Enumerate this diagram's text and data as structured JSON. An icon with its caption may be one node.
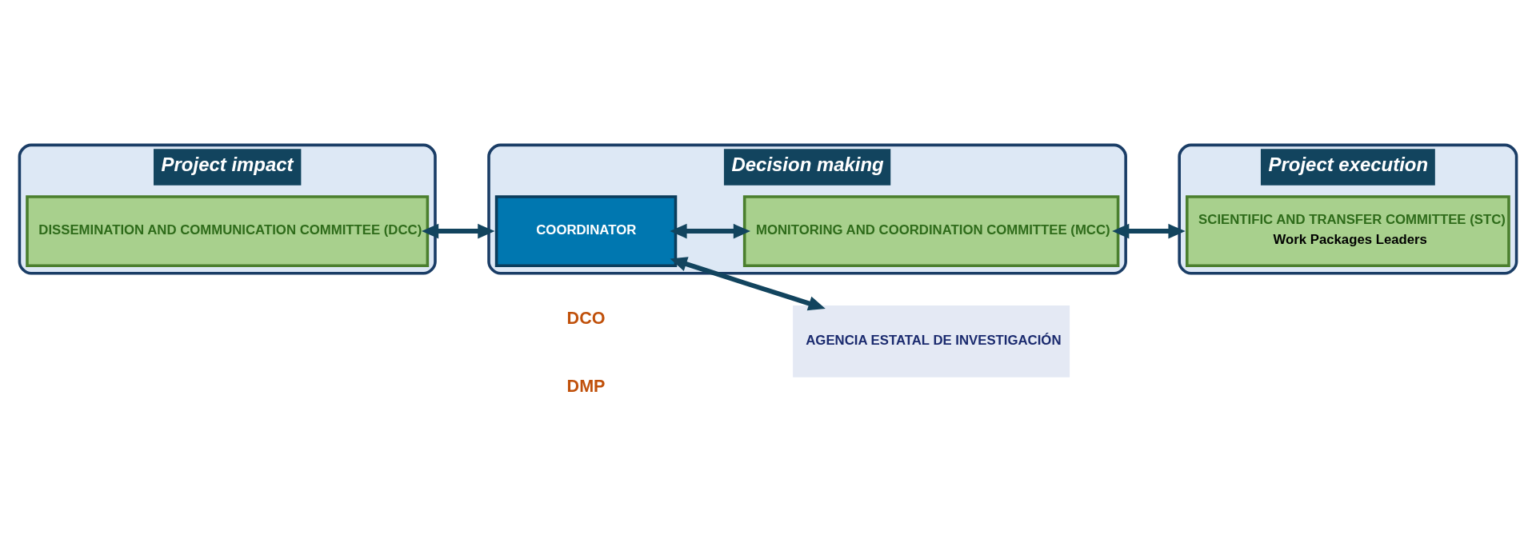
{
  "diagram": {
    "nodes": [
      {
        "text": [
          "Project impact"
        ]
      },
      {
        "text": [
          "DISSEMINATION AND COMMUNICATION COMMITTEE (DCC)"
        ],
        "in": 0
      },
      {
        "text": [
          "Decision making"
        ]
      },
      {
        "text": [
          "COORDINATOR"
        ],
        "in": 2
      },
      {
        "text": [
          "MONITORING AND COORDINATION COMMITTEE (MCC)"
        ],
        "in": 2
      },
      {
        "text": [
          "AGENCIA ESTATAL DE INVESTIGACIÓN"
        ]
      },
      {
        "text": [
          "Project execution"
        ]
      },
      {
        "text": [
          "SCIENTIFIC AND TRANSFER COMMITTEE (STC)",
          "Work Packages Leaders"
        ],
        "in": 6
      }
    ],
    "edges": [
      {
        "from": 1,
        "to": 2,
        "arrow": "both"
      },
      {
        "from": 3,
        "to": 4,
        "arrow": "both"
      },
      {
        "from": 3,
        "to": 5,
        "arrow": "both"
      },
      {
        "from": 4,
        "to": 6,
        "arrow": "both"
      }
    ],
    "labels": [
      "DCO",
      "DMP"
    ]
  }
}
